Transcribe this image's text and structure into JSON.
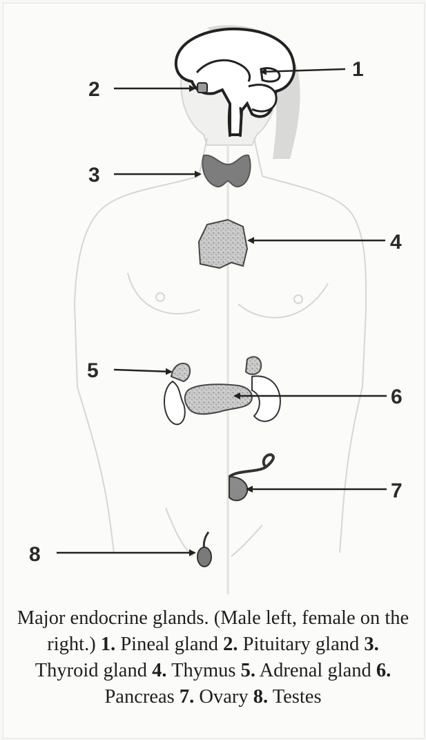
{
  "labels": [
    {
      "number": "1",
      "gland": "Pineal gland"
    },
    {
      "number": "2",
      "gland": "Pituitary gland"
    },
    {
      "number": "3",
      "gland": "Thyroid gland"
    },
    {
      "number": "4",
      "gland": "Thymus"
    },
    {
      "number": "5",
      "gland": "Adrenal gland"
    },
    {
      "number": "6",
      "gland": "Pancreas"
    },
    {
      "number": "7",
      "gland": "Ovary"
    },
    {
      "number": "8",
      "gland": "Testes"
    }
  ],
  "caption": {
    "intro": "Major endocrine glands. (Male left, female on the right.)",
    "items": [
      {
        "number": "1.",
        "text": "Pineal gland"
      },
      {
        "number": "2.",
        "text": "Pituitary gland"
      },
      {
        "number": "3.",
        "text": "Thyroid gland"
      },
      {
        "number": "4.",
        "text": "Thymus"
      },
      {
        "number": "5.",
        "text": "Adrenal gland"
      },
      {
        "number": "6.",
        "text": "Pancreas"
      },
      {
        "number": "7.",
        "text": "Ovary"
      },
      {
        "number": "8.",
        "text": "Testes"
      }
    ]
  },
  "colors": {
    "body_outline": "#d4d4d0",
    "hair": "#cfcfcf",
    "brain": "#ffffff",
    "gland_dark": "#7d7d7d",
    "gland_speckle": "#bdbdbd",
    "ink": "#1e1e1e"
  }
}
